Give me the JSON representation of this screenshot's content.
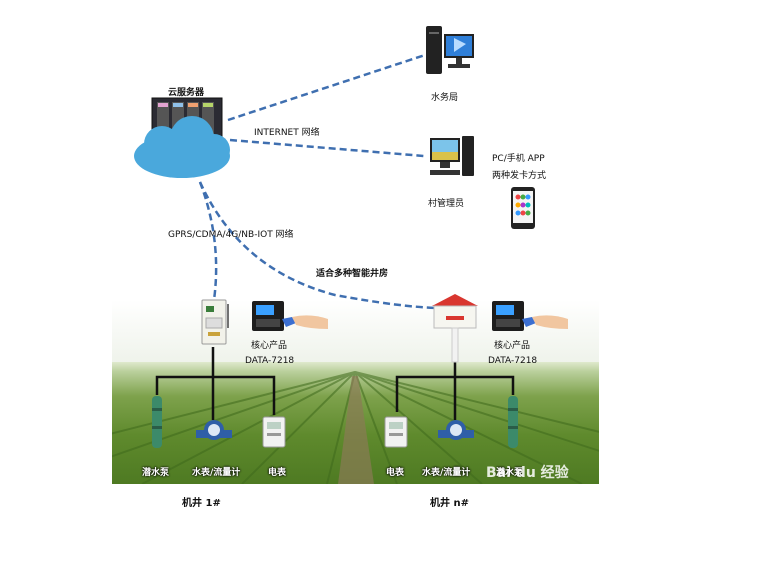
{
  "labels": {
    "cloud_server": "云服务器",
    "internet_network": "INTERNET 网络",
    "water_bureau": "水务局",
    "village_admin": "村管理员",
    "pc_app_line1": "PC/手机 APP",
    "pc_app_line2": "两种发卡方式",
    "gprs_network": "GPRS/CDMA/4G/NB-IOT 网络",
    "wells_note": "适合多种智能井房",
    "core_product_left": "核心产品",
    "model_left": "DATA-7218",
    "core_product_right": "核心产品",
    "model_right": "DATA-7218",
    "pump_left": "潜水泵",
    "water_meter_left": "水表/流量计",
    "electric_meter_left": "电表",
    "electric_meter_right": "电表",
    "water_meter_right": "水表/流量计",
    "pump_right": "潜水泵",
    "well_1": "机井 1#",
    "well_n": "机井 n#"
  },
  "watermark": "Bai du 经验",
  "colors": {
    "link_dash": "#3f6fb0",
    "cloud": "#4aa8dc",
    "cabinet_box": "#f2f2ea",
    "house_roof": "#d9362f",
    "pump": "#3c8a6a",
    "water_meter": "#2f5fa8",
    "trunk_line": "#111111"
  }
}
